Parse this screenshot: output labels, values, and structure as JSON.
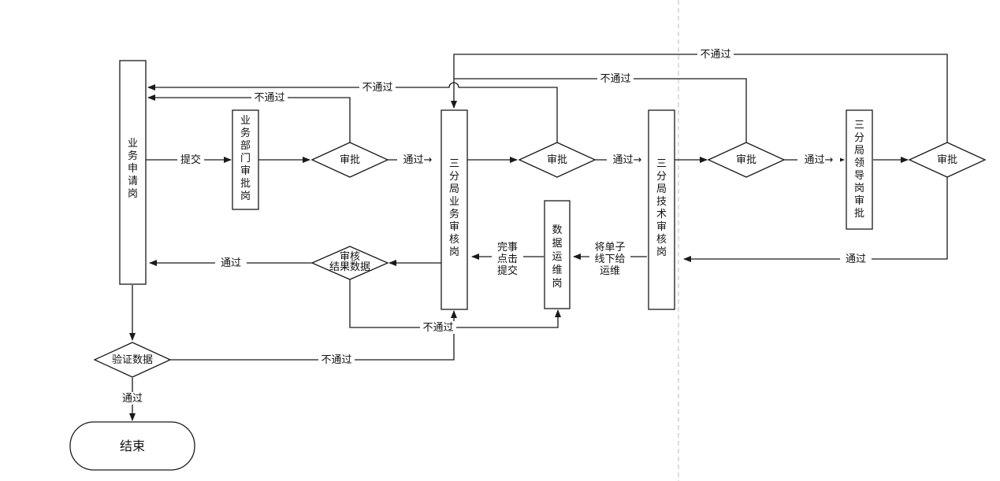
{
  "nodes": {
    "business_apply": "业务申请岗",
    "dept_approve": "业务部门审批岗",
    "approve_1": "审批",
    "branch_business_review": "三分局业务审核岗",
    "approve_2": "审批",
    "branch_tech_review": "三分局技术审核岗",
    "approve_3": "审批",
    "branch_leader_approve": "三分局领导岗审批",
    "approve_4": "审批",
    "data_ops": "数据运维岗",
    "review_result_data": "审核\n结果数据",
    "verify_data": "验证数据",
    "end": "结束"
  },
  "edge_labels": {
    "submit": "提交",
    "pass_1": "通过→",
    "pass_2": "通过→",
    "pass_3": "通过→",
    "pass_4": "通过",
    "pass_5": "通过",
    "pass_6": "通过",
    "reject_1": "不通过",
    "reject_2": "不通过",
    "reject_3": "不通过",
    "reject_4": "不通过",
    "reject_5": "不通过",
    "reject_6": "不通过",
    "done_click_submit": "完事\n点击\n提交",
    "offline_to_ops": "将单子\n线下给\n运维"
  }
}
